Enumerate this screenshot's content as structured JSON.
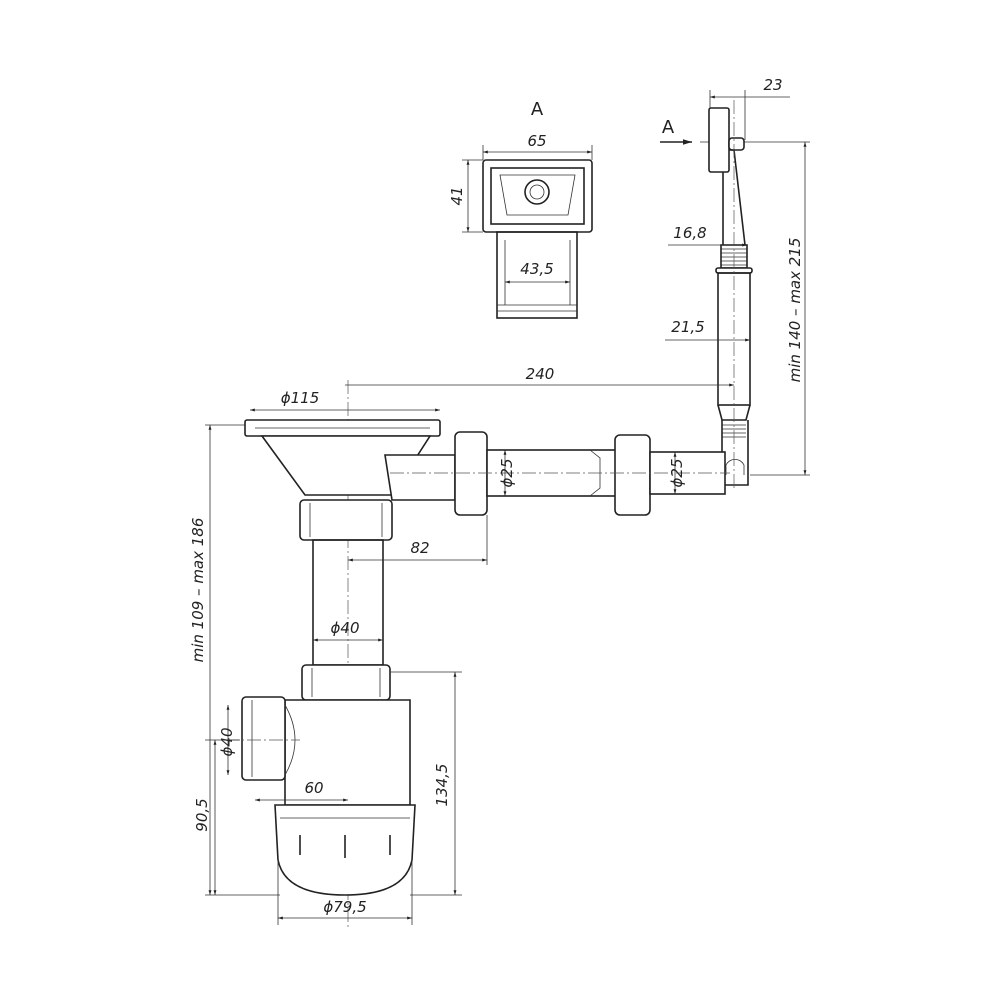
{
  "view_a": {
    "label": "A",
    "width": "65",
    "height": "41",
    "neck": "43,5"
  },
  "overflow": {
    "section_marker": "A",
    "depth": "23",
    "pipe_top": "16,8",
    "pipe_bottom": "21,5",
    "height_range": "min 140 – max 215"
  },
  "sink": {
    "flange_diameter": "ϕ115",
    "center_distance": "240",
    "side_pipe_1": "ϕ25",
    "side_pipe_2": "ϕ25",
    "offset": "82",
    "pipe_diameter": "ϕ40",
    "height_range": "min 109 – max 186"
  },
  "trap": {
    "outlet_diameter": "ϕ40",
    "outlet_offset": "60",
    "height": "134,5",
    "outlet_height": "90,5",
    "cup_diameter": "ϕ79,5"
  }
}
